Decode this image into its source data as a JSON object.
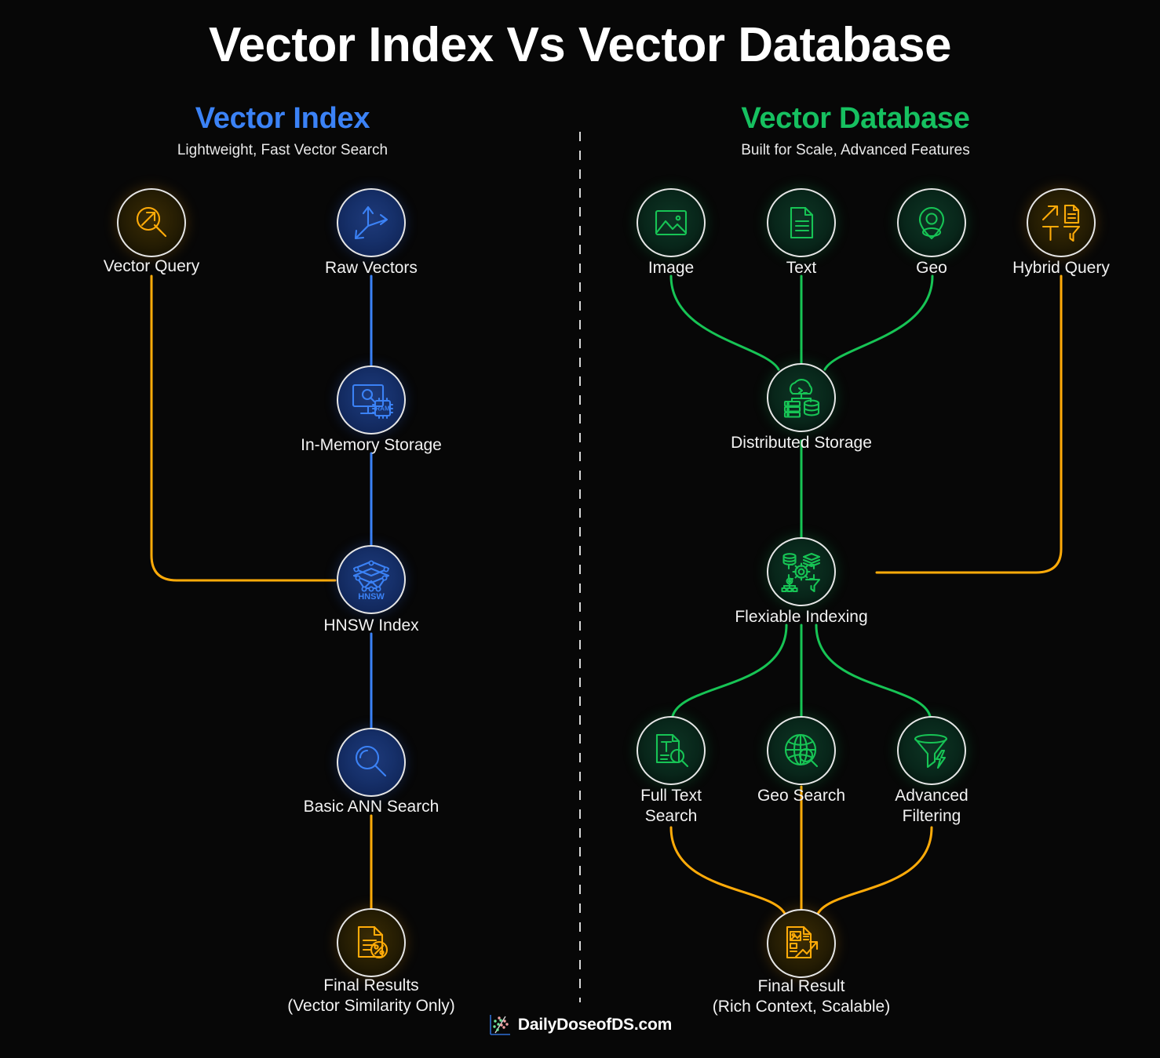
{
  "header": {
    "title": "Vector Index Vs Vector Database"
  },
  "columns": {
    "left": {
      "title": "Vector Index",
      "title_color": "#3b82f6",
      "subtitle": "Lightweight, Fast Vector Search"
    },
    "right": {
      "title": "Vector Database",
      "title_color": "#16c060",
      "subtitle": "Built for Scale, Advanced Features"
    }
  },
  "palette": {
    "background": "#070707",
    "blue": "#3b82f6",
    "green": "#17c455",
    "orange": "#ffab09",
    "node_border": "#e6e6e6",
    "label": "#f2f2f2",
    "divider": "#d8d8d8"
  },
  "nodes": {
    "vector_query": {
      "label": "Vector Query",
      "icon": "magnifier-arrow-icon",
      "color": "orange"
    },
    "raw_vectors": {
      "label": "Raw Vectors",
      "icon": "three-axis-vector-icon",
      "color": "blue"
    },
    "in_memory_storage": {
      "label": "In-Memory Storage",
      "icon": "monitor-ram-icon",
      "color": "blue"
    },
    "hnsw_index": {
      "label": "HNSW Index",
      "icon": "hnsw-graph-layers-icon",
      "color": "blue",
      "icon_text": "HNSW"
    },
    "basic_ann_search": {
      "label": "Basic ANN Search",
      "icon": "magnifier-icon",
      "color": "blue"
    },
    "final_results": {
      "label": "Final Results\n(Vector Similarity Only)",
      "icon": "document-percent-icon",
      "color": "orange"
    },
    "image": {
      "label": "Image",
      "icon": "image-icon",
      "color": "green"
    },
    "text": {
      "label": "Text",
      "icon": "document-lines-icon",
      "color": "green"
    },
    "geo": {
      "label": "Geo",
      "icon": "map-pin-icon",
      "color": "green"
    },
    "hybrid_query": {
      "label": "Hybrid Query",
      "icon": "hybrid-query-grid-icon",
      "color": "orange"
    },
    "distributed_storage": {
      "label": "Distributed Storage",
      "icon": "cloud-servers-database-icon",
      "color": "green"
    },
    "flexiable_indexing": {
      "label": "Flexiable Indexing",
      "icon": "gear-database-funnel-icon",
      "color": "green"
    },
    "full_text_search": {
      "label": "Full Text\nSearch",
      "icon": "document-text-magnifier-icon",
      "color": "green"
    },
    "geo_search": {
      "label": "Geo Search",
      "icon": "globe-magnifier-icon",
      "color": "green"
    },
    "advanced_filtering": {
      "label": "Advanced\nFiltering",
      "icon": "funnel-bolt-icon",
      "color": "green"
    },
    "final_result": {
      "label": "Final Result\n(Rich Context, Scalable)",
      "icon": "document-chart-image-icon",
      "color": "orange"
    }
  },
  "edges": [
    {
      "from": "vector_query",
      "to": "hnsw_index",
      "color": "orange"
    },
    {
      "from": "raw_vectors",
      "to": "in_memory_storage",
      "color": "blue"
    },
    {
      "from": "in_memory_storage",
      "to": "hnsw_index",
      "color": "blue"
    },
    {
      "from": "hnsw_index",
      "to": "basic_ann_search",
      "color": "blue"
    },
    {
      "from": "basic_ann_search",
      "to": "final_results",
      "color": "orange"
    },
    {
      "from": "image",
      "to": "distributed_storage",
      "color": "green"
    },
    {
      "from": "text",
      "to": "distributed_storage",
      "color": "green"
    },
    {
      "from": "geo",
      "to": "distributed_storage",
      "color": "green"
    },
    {
      "from": "distributed_storage",
      "to": "flexiable_indexing",
      "color": "green"
    },
    {
      "from": "hybrid_query",
      "to": "flexiable_indexing",
      "color": "orange"
    },
    {
      "from": "flexiable_indexing",
      "to": "full_text_search",
      "color": "green"
    },
    {
      "from": "flexiable_indexing",
      "to": "geo_search",
      "color": "green"
    },
    {
      "from": "flexiable_indexing",
      "to": "advanced_filtering",
      "color": "green"
    },
    {
      "from": "full_text_search",
      "to": "final_result",
      "color": "orange"
    },
    {
      "from": "geo_search",
      "to": "final_result",
      "color": "orange"
    },
    {
      "from": "advanced_filtering",
      "to": "final_result",
      "color": "orange"
    }
  ],
  "footer": {
    "brand": "DailyDoseofDS.com",
    "logo": "scatter-plot-logo-icon"
  }
}
